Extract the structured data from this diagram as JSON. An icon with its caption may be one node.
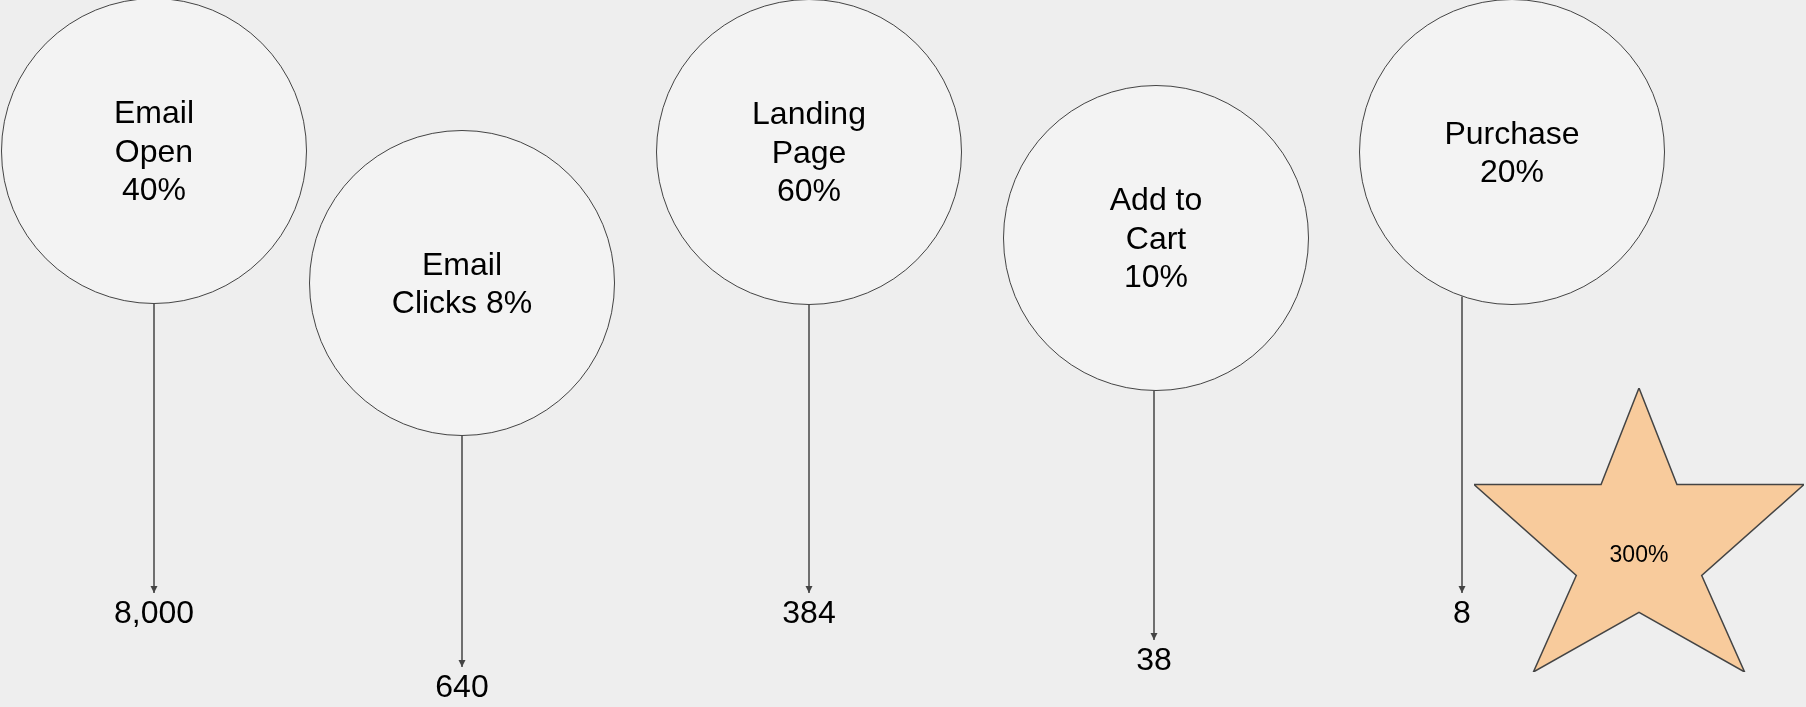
{
  "diagram": {
    "nodes": [
      {
        "text": [
          "Email Open 40%"
        ]
      },
      {
        "text": [
          "Email Clicks 8%"
        ]
      },
      {
        "text": [
          "Landing Page 60%"
        ]
      },
      {
        "text": [
          "Add to Cart 10%"
        ]
      },
      {
        "text": [
          "Purchase 20%"
        ]
      },
      {
        "text": [
          "8,000"
        ]
      },
      {
        "text": [
          "640"
        ]
      },
      {
        "text": [
          "384"
        ]
      },
      {
        "text": [
          "38"
        ]
      },
      {
        "text": [
          "8"
        ]
      },
      {
        "text": [
          "300%"
        ]
      }
    ],
    "edges": [
      {
        "from": 0,
        "to": 5,
        "arrow": "to"
      },
      {
        "from": 1,
        "to": 6,
        "arrow": "to"
      },
      {
        "from": 2,
        "to": 7,
        "arrow": "to"
      },
      {
        "from": 3,
        "to": 8,
        "arrow": "to"
      },
      {
        "from": 4,
        "to": 9,
        "arrow": "to"
      }
    ]
  }
}
